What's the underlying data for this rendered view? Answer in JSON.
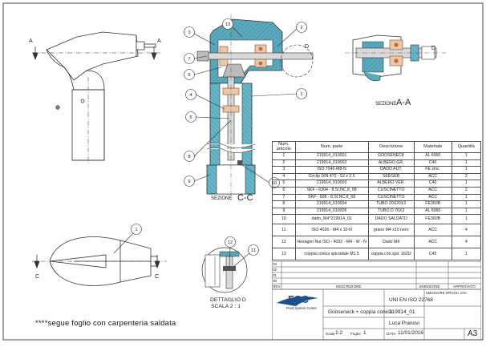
{
  "labels": {
    "section_cc": "SEZIONE",
    "section_cc_letter": "C-C",
    "section_aa": "SEZIONE",
    "section_aa_letter": "A-A",
    "detail_d_line1": "DETTAGLIO D",
    "detail_d_line2": "SCALA 2 : 1",
    "cut_a": "A",
    "cut_c": "C",
    "detail_marker": "D"
  },
  "balloons": {
    "b1": "1",
    "b2": "2",
    "b3": "3",
    "b4": "4",
    "b5": "5",
    "b6": "6",
    "b7": "7",
    "b8": "8",
    "b9": "9",
    "b10": "10",
    "b11": "11",
    "b12": "12",
    "b13": "13"
  },
  "note": "****segue foglio con carpenteria saldata",
  "bom": {
    "headers": [
      "Num. articolo",
      "Num. parte",
      "Descrizione",
      "Materiale",
      "Quantità"
    ],
    "rows": [
      [
        "1",
        "219914_010001",
        "GOOSENECK",
        "AL 6060",
        "1"
      ],
      [
        "2",
        "219914_010002",
        "ALBERO GR.",
        "C40",
        "1"
      ],
      [
        "3",
        "ISO 7040-M8-N",
        "DADO AUT.",
        "FE zinc.",
        "1"
      ],
      [
        "4",
        "Circlip DIN 472 - 52 x 2.5",
        "SEEGER",
        "ACC",
        "2"
      ],
      [
        "5",
        "219914_010003",
        "ALBERO VER.",
        "C40",
        "1"
      ],
      [
        "6",
        "SKF - 6304 - 8,SI,NC,8_68",
        "CUSCINETTO",
        "ACC",
        "2"
      ],
      [
        "7",
        "SKF - 608 - 8,SI,NC,8_68",
        "CUSCINETTO",
        "ACC",
        "1"
      ],
      [
        "8",
        "219914_010004",
        "TUBO 20X20X2",
        "FE360B",
        "1"
      ],
      [
        "9",
        "219914_010005",
        "TUBO D 76X3",
        "AL 6060",
        "1"
      ],
      [
        "10",
        "dado_M4^219914_01",
        "DADO SALDATO",
        "FE360B",
        "1"
      ],
      [
        "11",
        "ISO 4026 - M4 x 10-N",
        "grano M4 x10 nero",
        "ACC",
        "4"
      ],
      [
        "12",
        "Hexagon Nut ISO - 4032 - M4 - W - N",
        "Dado M4",
        "ACC",
        "4"
      ],
      [
        "13",
        "coppia conica spiroidale M1.5",
        "coppia con.spir. 16/32",
        "C45",
        "1"
      ]
    ]
  },
  "titleblock": {
    "rev_rows": [
      "03",
      "02",
      "01",
      "00"
    ],
    "rev_label": "REV.",
    "descrizione_label": "DESCRIZIONE",
    "emissione_label": "EMISSIONE",
    "approvato_label": "APPROVATO",
    "company_logo": "FSC",
    "company_sub": "Fluid System Center",
    "standard": "UNI EN ISO 22768",
    "title": "Gooseneck + coppia conica",
    "drawing_no": "219914_01",
    "drawn_by": "Luca Pranovi",
    "scale_label": "Scala",
    "scale_value": "1:2",
    "sheet_label": "Foglio",
    "sheet_value": "1",
    "date_label": "DATA",
    "date_value": "11/01/2016",
    "format": "A3",
    "smussi": "SMUSSARE SPIGOLI VIVI"
  },
  "colors": {
    "section_fill": "#5aa9bd",
    "line": "#333333",
    "bearing": "#c26b3f"
  }
}
